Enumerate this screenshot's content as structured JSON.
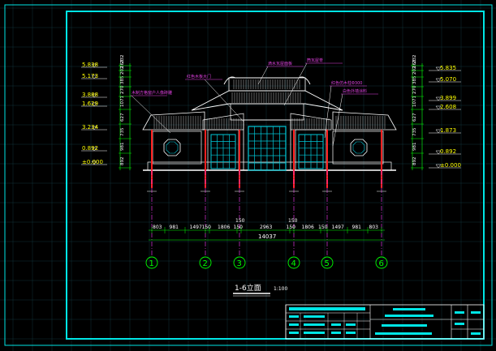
{
  "colors": {
    "background": "#000000",
    "frame": "#00e5e5",
    "grid": "#11323a",
    "building_line": "#ffffff",
    "door": "#00c8d8",
    "column": "#ff2020",
    "dim_green": "#00ff00",
    "axis_magenta": "#ff3cff",
    "level_yellow": "#ffff00",
    "callout": "#e040e0"
  },
  "drawing": {
    "title": "1-6立面",
    "scale": "1:100"
  },
  "levels_left": [
    "5.838",
    "5.173",
    "3.888",
    "1.629",
    "3.234",
    "0.892",
    "±0.000"
  ],
  "levels_right": [
    "5.835",
    "5.070",
    "3.899",
    "2.608",
    "1.873",
    "0.892",
    "±0.000"
  ],
  "vert_dims_left": [
    "892",
    "981",
    "735",
    "627",
    "1071",
    "270",
    "385",
    "202",
    "163",
    "232"
  ],
  "vert_dims_right": [
    "892",
    "981",
    "735",
    "627",
    "1071",
    "270",
    "385",
    "202",
    "163",
    "232"
  ],
  "callouts": [
    "红色木板大门",
    "滴水瓦屋面板",
    "筒瓦屋脊",
    "木制方格窗户人像砖雕",
    "红色仿木柱Φ300",
    "白色外墙涂料"
  ],
  "horiz_dims": [
    "803",
    "981",
    "1497",
    "150",
    "1806",
    "150",
    "2963",
    "150",
    "1806",
    "150",
    "1497",
    "981",
    "803"
  ],
  "mid_labels": [
    "150",
    "150"
  ],
  "total_width": "14037",
  "axes": [
    "1",
    "2",
    "3",
    "4",
    "5",
    "6"
  ]
}
